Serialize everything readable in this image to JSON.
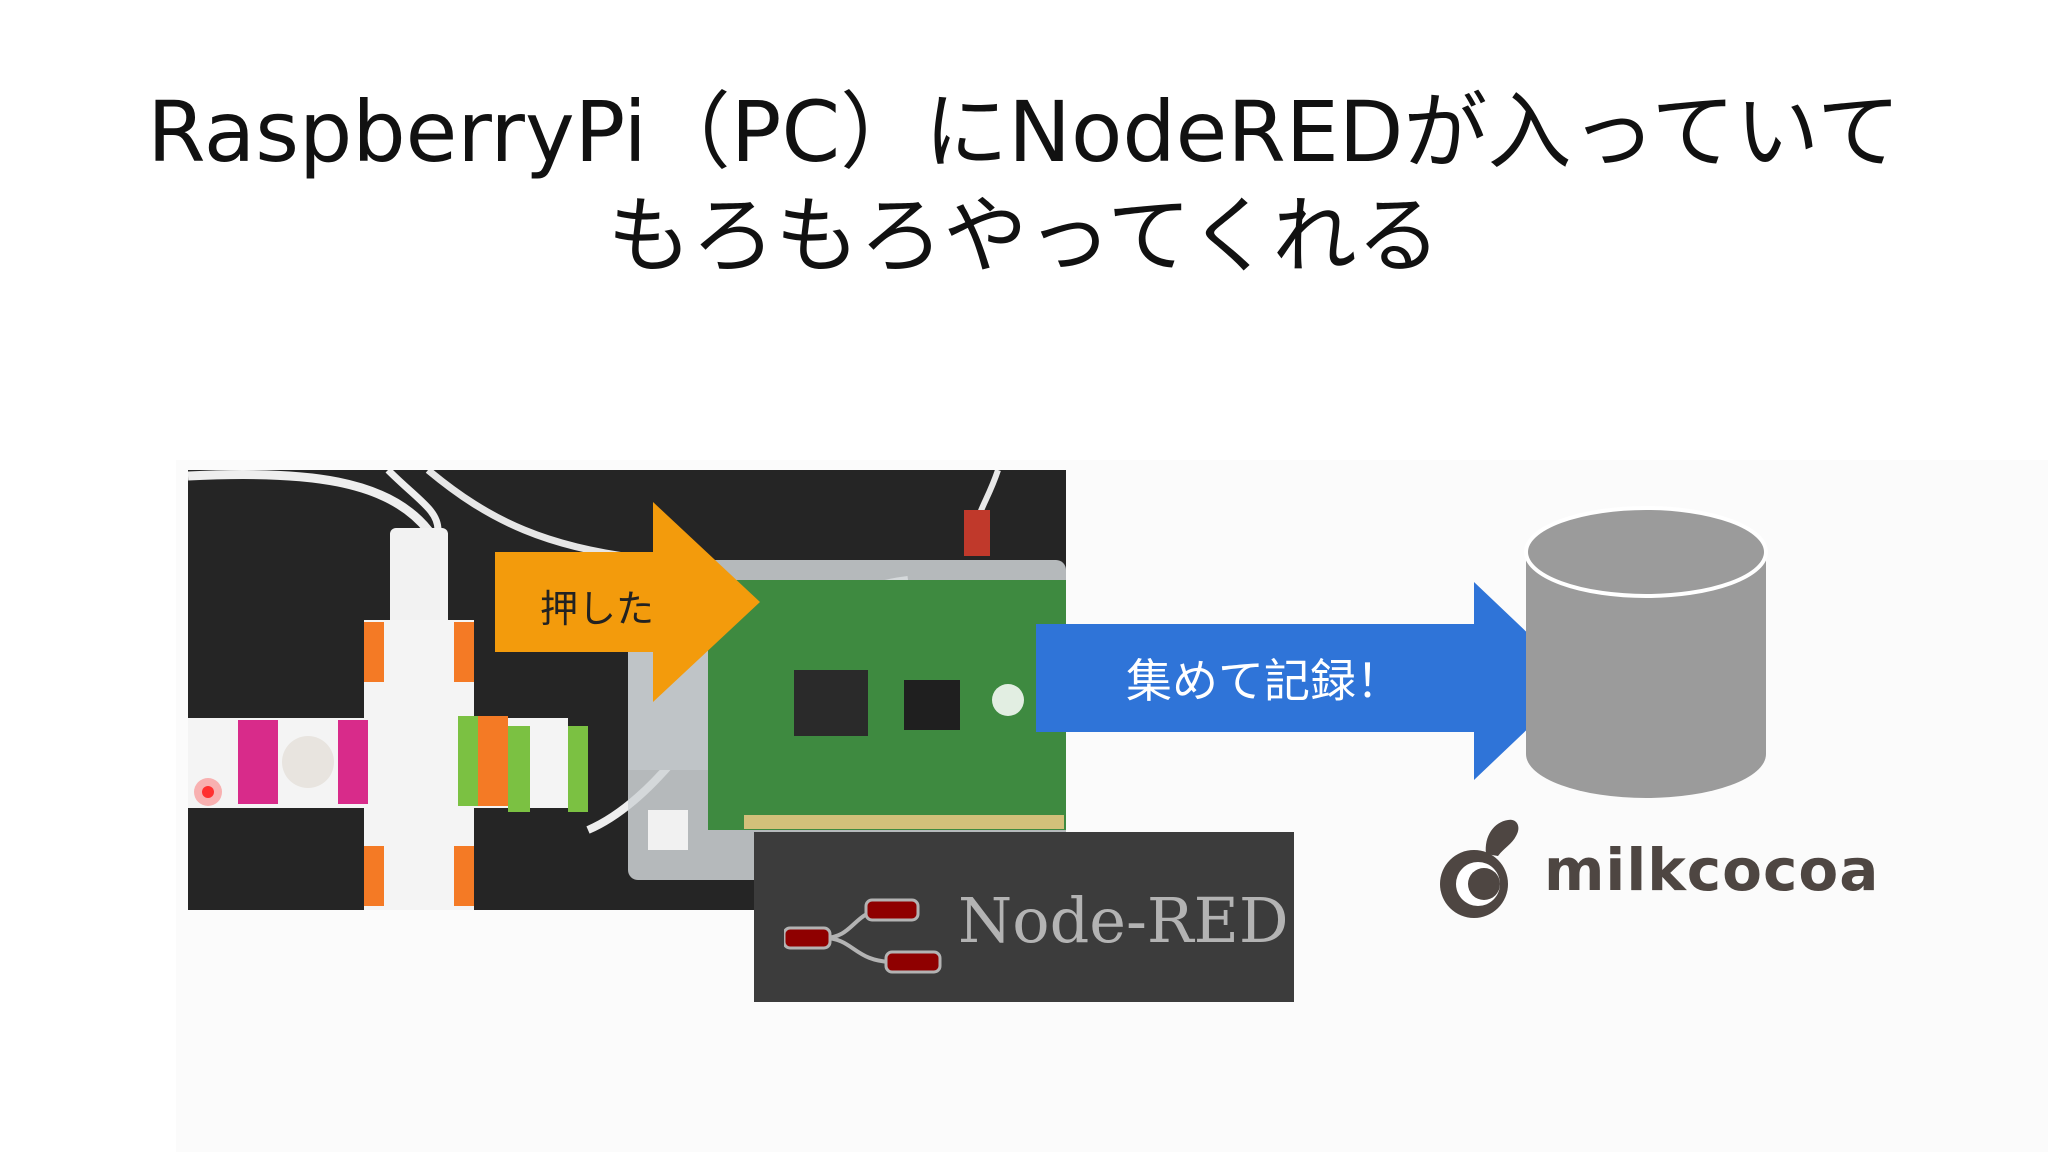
{
  "title": {
    "line1": "RaspberryPi（PC）にNodeREDが入っていて",
    "line2": "もろもろやってくれる"
  },
  "arrows": {
    "pressed_label": "押した",
    "collect_label": "集めて記録！"
  },
  "logos": {
    "node_red": "Node-RED",
    "milkcocoa": "milkcocoa"
  },
  "colors": {
    "orange_arrow": "#f39b0c",
    "blue_arrow": "#2f74d8",
    "cylinder": "#9b9b9b",
    "node_red_bg": "#3c3c3c"
  }
}
